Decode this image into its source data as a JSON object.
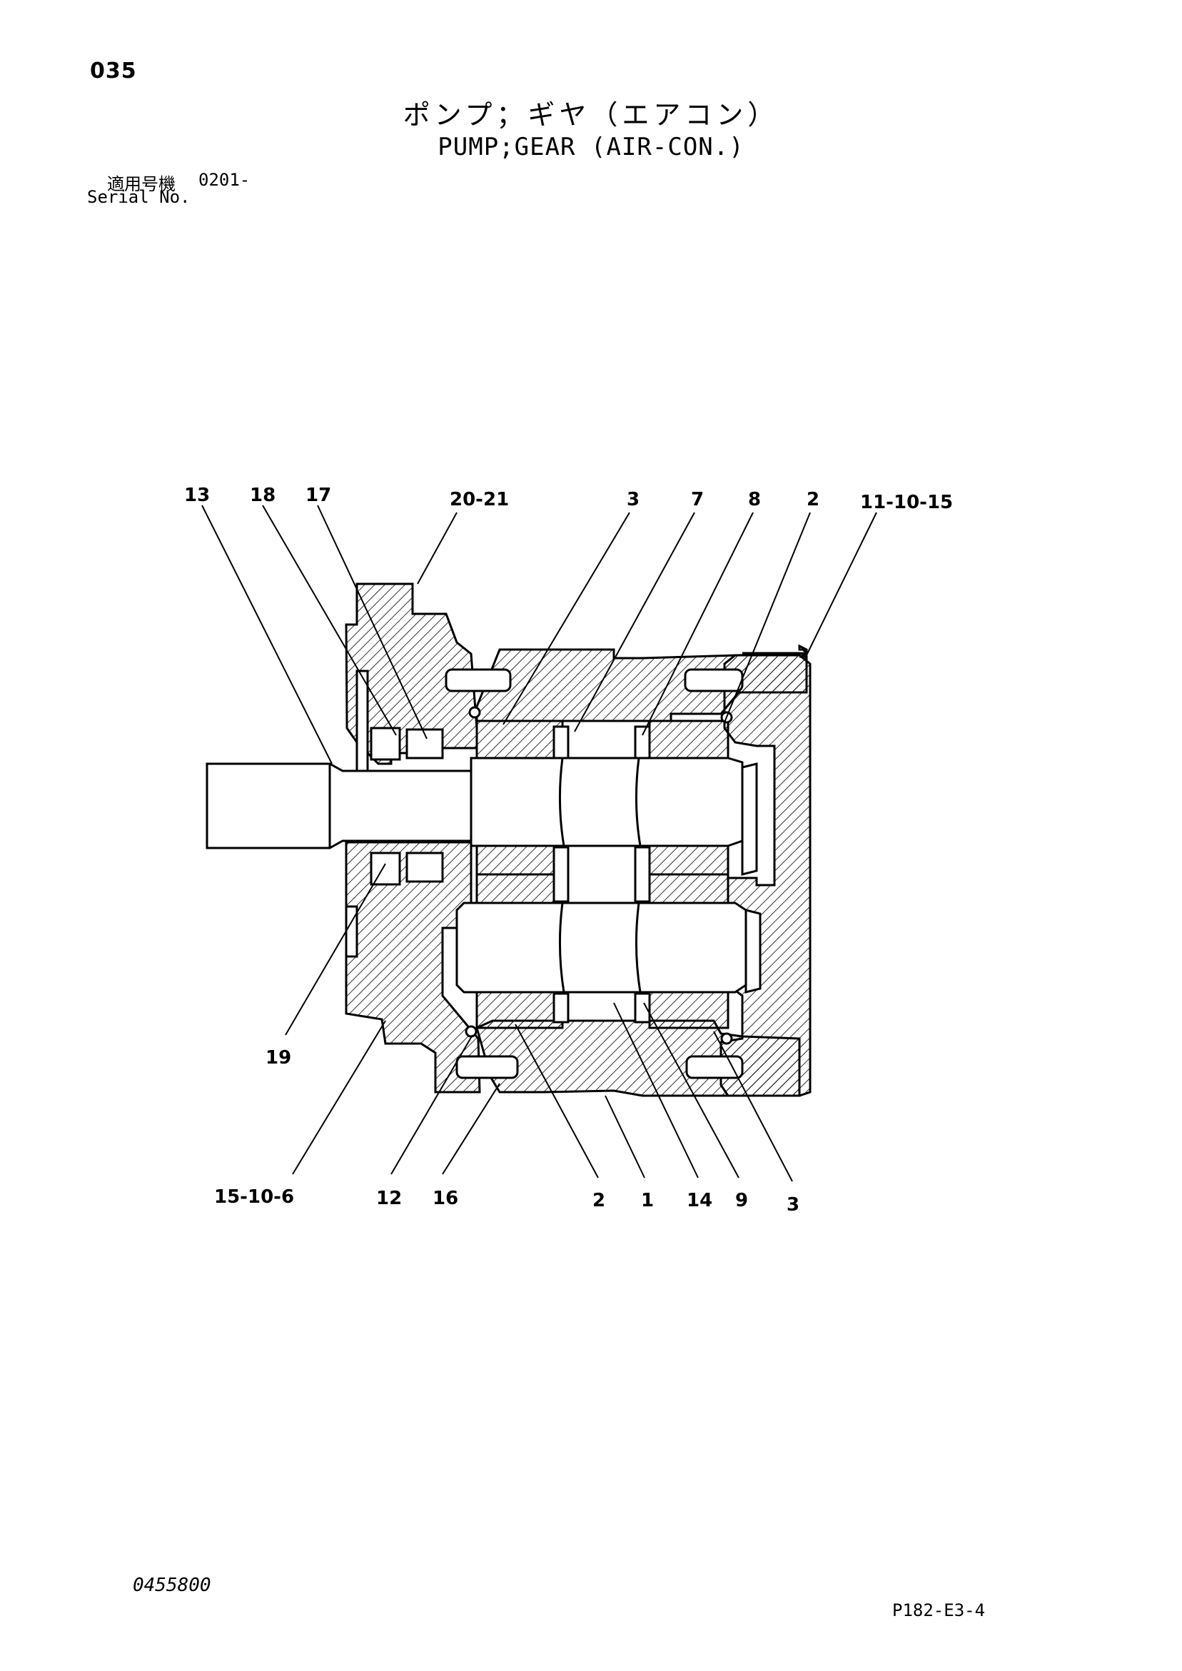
{
  "header": {
    "page_number": "035",
    "title_ja": "ポンプ；ギヤ（エアコン）",
    "title_en": "PUMP;GEAR (AIR-CON.)",
    "serial_label_ja": "適用号機",
    "serial_value": "0201-",
    "serial_label_en": "Serial No."
  },
  "callouts": {
    "top": [
      "13",
      "18",
      "17",
      "20-21",
      "3",
      "7",
      "8",
      "2",
      "11-10-15"
    ],
    "left": "19",
    "bottom": [
      "15-10-6",
      "12",
      "16",
      "2",
      "1",
      "14",
      "9",
      "3"
    ]
  },
  "footer": {
    "drawing_code": "0455800",
    "page_code": "P182-E3-4"
  },
  "colors": {
    "ink": "#000000",
    "paper": "#ffffff"
  }
}
